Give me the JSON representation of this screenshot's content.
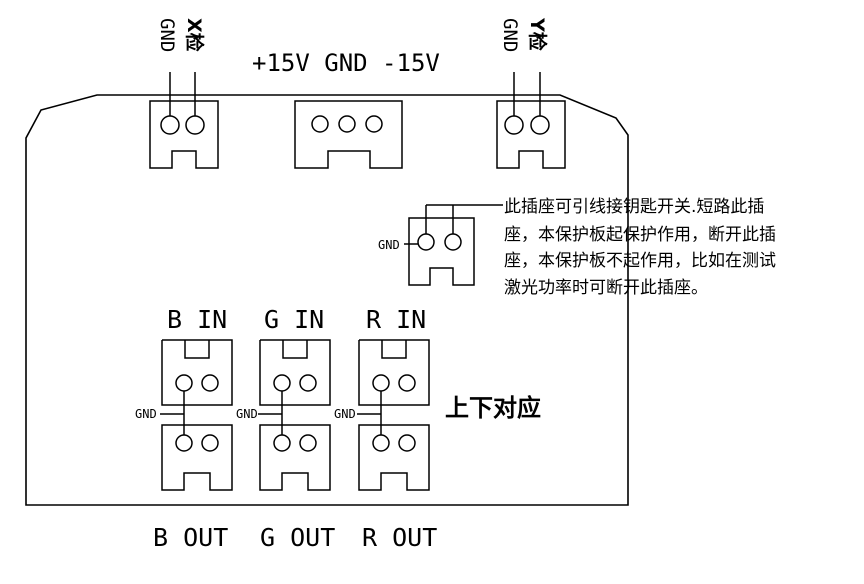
{
  "top": {
    "x_label": "X检",
    "x_gnd": "GND",
    "power": "+15V GND -15V",
    "y_label": "Y检",
    "y_gnd": "GND"
  },
  "key_switch": {
    "gnd": "GND",
    "note_lines": [
      "此插座可引线接钥匙开关.短路此插",
      "座，本保护板起保护作用，断开此插",
      "座，本保护板不起作用，比如在测试",
      "激光功率时可断开此插座。"
    ]
  },
  "inputs": {
    "b_in": "B IN",
    "g_in": "G IN",
    "r_in": "R IN"
  },
  "outputs": {
    "b_out": "B OUT",
    "g_out": "G OUT",
    "r_out": "R OUT"
  },
  "gnd_label": "GND",
  "correspond_label": "上下对应"
}
